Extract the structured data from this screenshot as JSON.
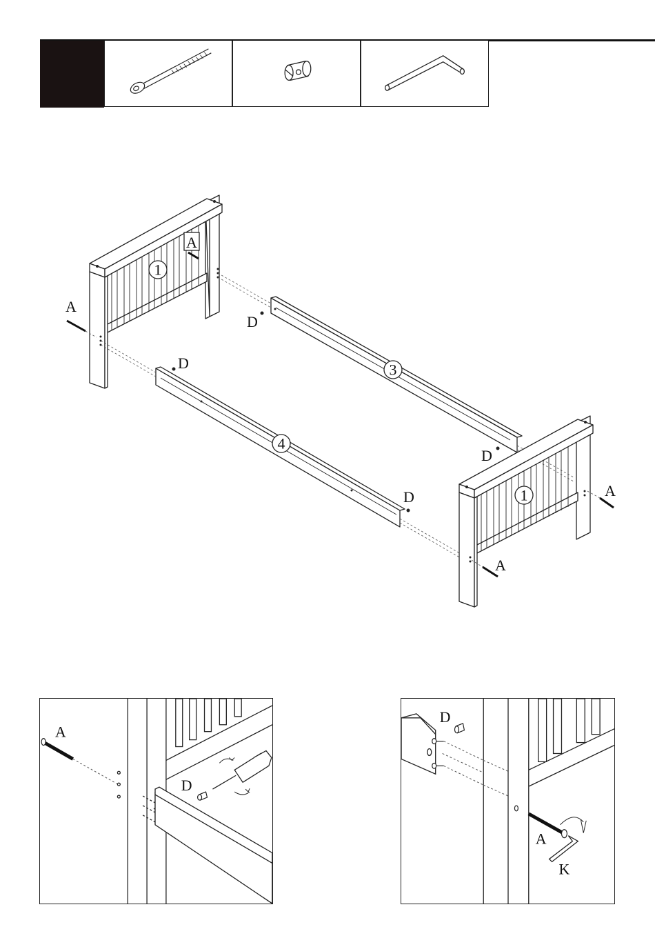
{
  "parts_strip": {
    "items": [
      {
        "icon": "bolt-icon"
      },
      {
        "icon": "barrel-nut-icon"
      },
      {
        "icon": "allen-key-icon"
      }
    ]
  },
  "assembly": {
    "part_numbers": {
      "headboard_left": "1",
      "headboard_right": "1",
      "side_rail_back": "3",
      "side_rail_front": "4"
    },
    "labels": {
      "a_box": "A",
      "a_left": "A",
      "a_right": "A",
      "a_bottom": "A",
      "d_back_left": "D",
      "d_front_left": "D",
      "d_back_right": "D",
      "d_front_right": "D"
    }
  },
  "detail_left": {
    "bolt_label": "A",
    "nut_label": "D"
  },
  "detail_right": {
    "nut_label": "D",
    "bolt_label": "A",
    "key_label": "K"
  }
}
